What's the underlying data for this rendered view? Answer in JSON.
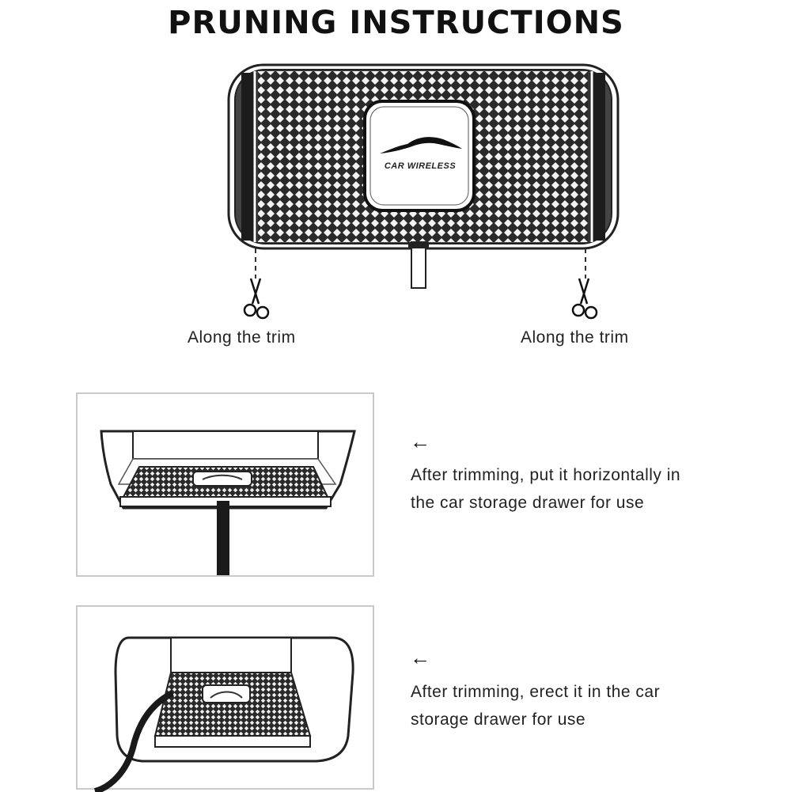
{
  "page": {
    "title": "PRUNING INSTRUCTIONS"
  },
  "top_diagram": {
    "pad_logo_text": "CAR WIRELESS",
    "left_caption": "Along the trim",
    "right_caption": "Along the trim"
  },
  "steps": [
    {
      "arrow": "←",
      "text_line1": "After trimming, put it horizontally in",
      "text_line2": "the car storage drawer for use"
    },
    {
      "arrow": "←",
      "text_line1": "After trimming, erect it in the car",
      "text_line2": "storage drawer for use"
    }
  ],
  "icons": [
    "scissors-icon",
    "scissors-icon",
    "left-arrow-icon",
    "left-arrow-icon",
    "car-silhouette-icon"
  ]
}
